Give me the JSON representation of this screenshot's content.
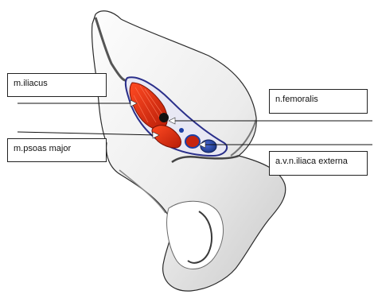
{
  "labels": {
    "iliacus": "m.iliacus",
    "psoas_major": "m.psoas major",
    "femoralis": "n.femoralis",
    "iliaca_externa": "a.v.n.iliaca externa"
  },
  "colors": {
    "bone": "#f4f4f4",
    "bone_shadow": "#8a8a8a",
    "muscle": "#d42a12",
    "muscle_fiber": "#ff5a3a",
    "sheath": "#2a2f8a",
    "nerve": "#111111",
    "vessel": "#1d3fa6"
  }
}
